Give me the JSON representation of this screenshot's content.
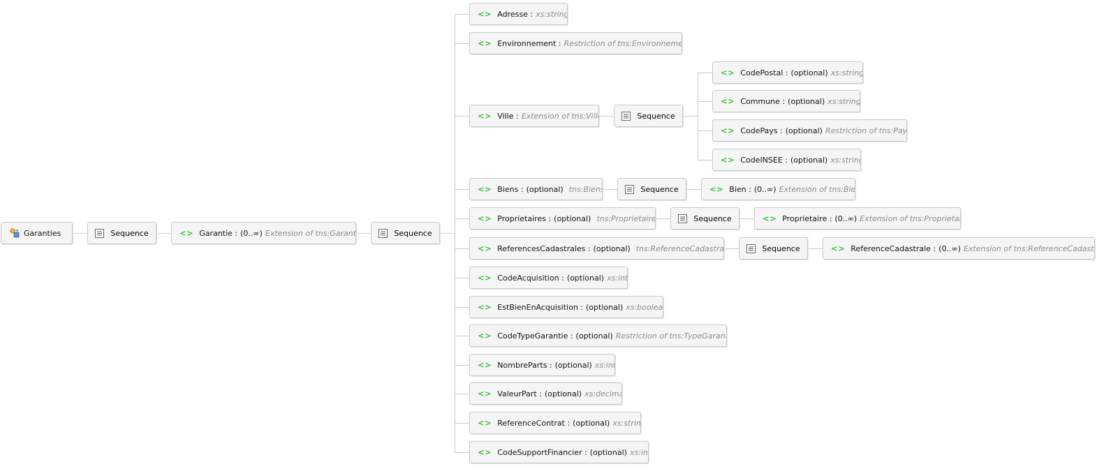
{
  "root": {
    "label": "Garanties"
  },
  "sequence_label": "Sequence",
  "garantie": {
    "name": "Garantie",
    "occurrence": "(0..∞)",
    "type": "Extension of tns:Garantie"
  },
  "elements": [
    {
      "name": "Adresse",
      "occurrence": "",
      "type": "xs:string"
    },
    {
      "name": "Environnement",
      "occurrence": "",
      "type": "Restriction of tns:Environnement"
    },
    {
      "name": "Ville",
      "occurrence": "",
      "type": "Extension of tns:Ville"
    },
    {
      "name": "Biens",
      "occurrence": "(optional)",
      "type": "tns:Biens"
    },
    {
      "name": "Proprietaires",
      "occurrence": "(optional)",
      "type": "tns:Proprietaires"
    },
    {
      "name": "ReferencesCadastrales",
      "occurrence": "(optional)",
      "type": "tns:ReferenceCadastrales"
    },
    {
      "name": "CodeAcquisition",
      "occurrence": "(optional)",
      "type": "xs:int"
    },
    {
      "name": "EstBienEnAcquisition",
      "occurrence": "(optional)",
      "type": "xs:boolean"
    },
    {
      "name": "CodeTypeGarantie",
      "occurrence": "(optional)",
      "type": "Restriction of tns:TypeGarantie"
    },
    {
      "name": "NombreParts",
      "occurrence": "(optional)",
      "type": "xs:int"
    },
    {
      "name": "ValeurPart",
      "occurrence": "(optional)",
      "type": "xs:decimal"
    },
    {
      "name": "ReferenceContrat",
      "occurrence": "(optional)",
      "type": "xs:string"
    },
    {
      "name": "CodeSupportFinancier",
      "occurrence": "(optional)",
      "type": "xs:int"
    }
  ],
  "ville_children": [
    {
      "name": "CodePostal",
      "occurrence": "(optional)",
      "type": "xs:string"
    },
    {
      "name": "Commune",
      "occurrence": "(optional)",
      "type": "xs:string"
    },
    {
      "name": "CodePays",
      "occurrence": "(optional)",
      "type": "Restriction of tns:Pays"
    },
    {
      "name": "CodeINSEE",
      "occurrence": "(optional)",
      "type": "xs:string"
    }
  ],
  "bien": {
    "name": "Bien",
    "occurrence": "(0..∞)",
    "type": "Extension of tns:Bien"
  },
  "proprietaire": {
    "name": "Proprietaire",
    "occurrence": "(0..∞)",
    "type": "Extension of tns:Proprietaire"
  },
  "reference_cadastrale": {
    "name": "ReferenceCadastrale",
    "occurrence": "(0..∞)",
    "type": "Extension of tns:ReferenceCadastrale"
  },
  "colors": {
    "element_icon": "#2fc42f",
    "type_text": "#8c8c8c",
    "connector": "#c9c9c9",
    "node_bg": "#f5f5f5"
  }
}
